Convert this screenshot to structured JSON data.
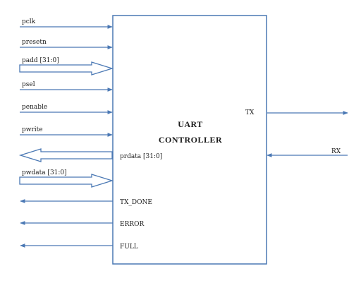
{
  "colors": {
    "line": "#4a78b4",
    "block_fill": "#ffffff",
    "text": "#1a1a1a"
  },
  "block": {
    "title_line1": "UART",
    "title_line2": "CONTROLLER"
  },
  "left_inputs": {
    "pclk": "pclk",
    "presetn": "presetn",
    "padd": "padd [31:0]",
    "psel": "psel",
    "penable": "penable",
    "pwrite": "pwrite",
    "pwdata": "pwdata [31:0]"
  },
  "left_outputs": {
    "prdata": "prdata [31:0]",
    "tx_done": "TX_DONE",
    "error": "ERROR",
    "full": "FULL"
  },
  "right_ports": {
    "tx": "TX",
    "rx": "RX"
  }
}
